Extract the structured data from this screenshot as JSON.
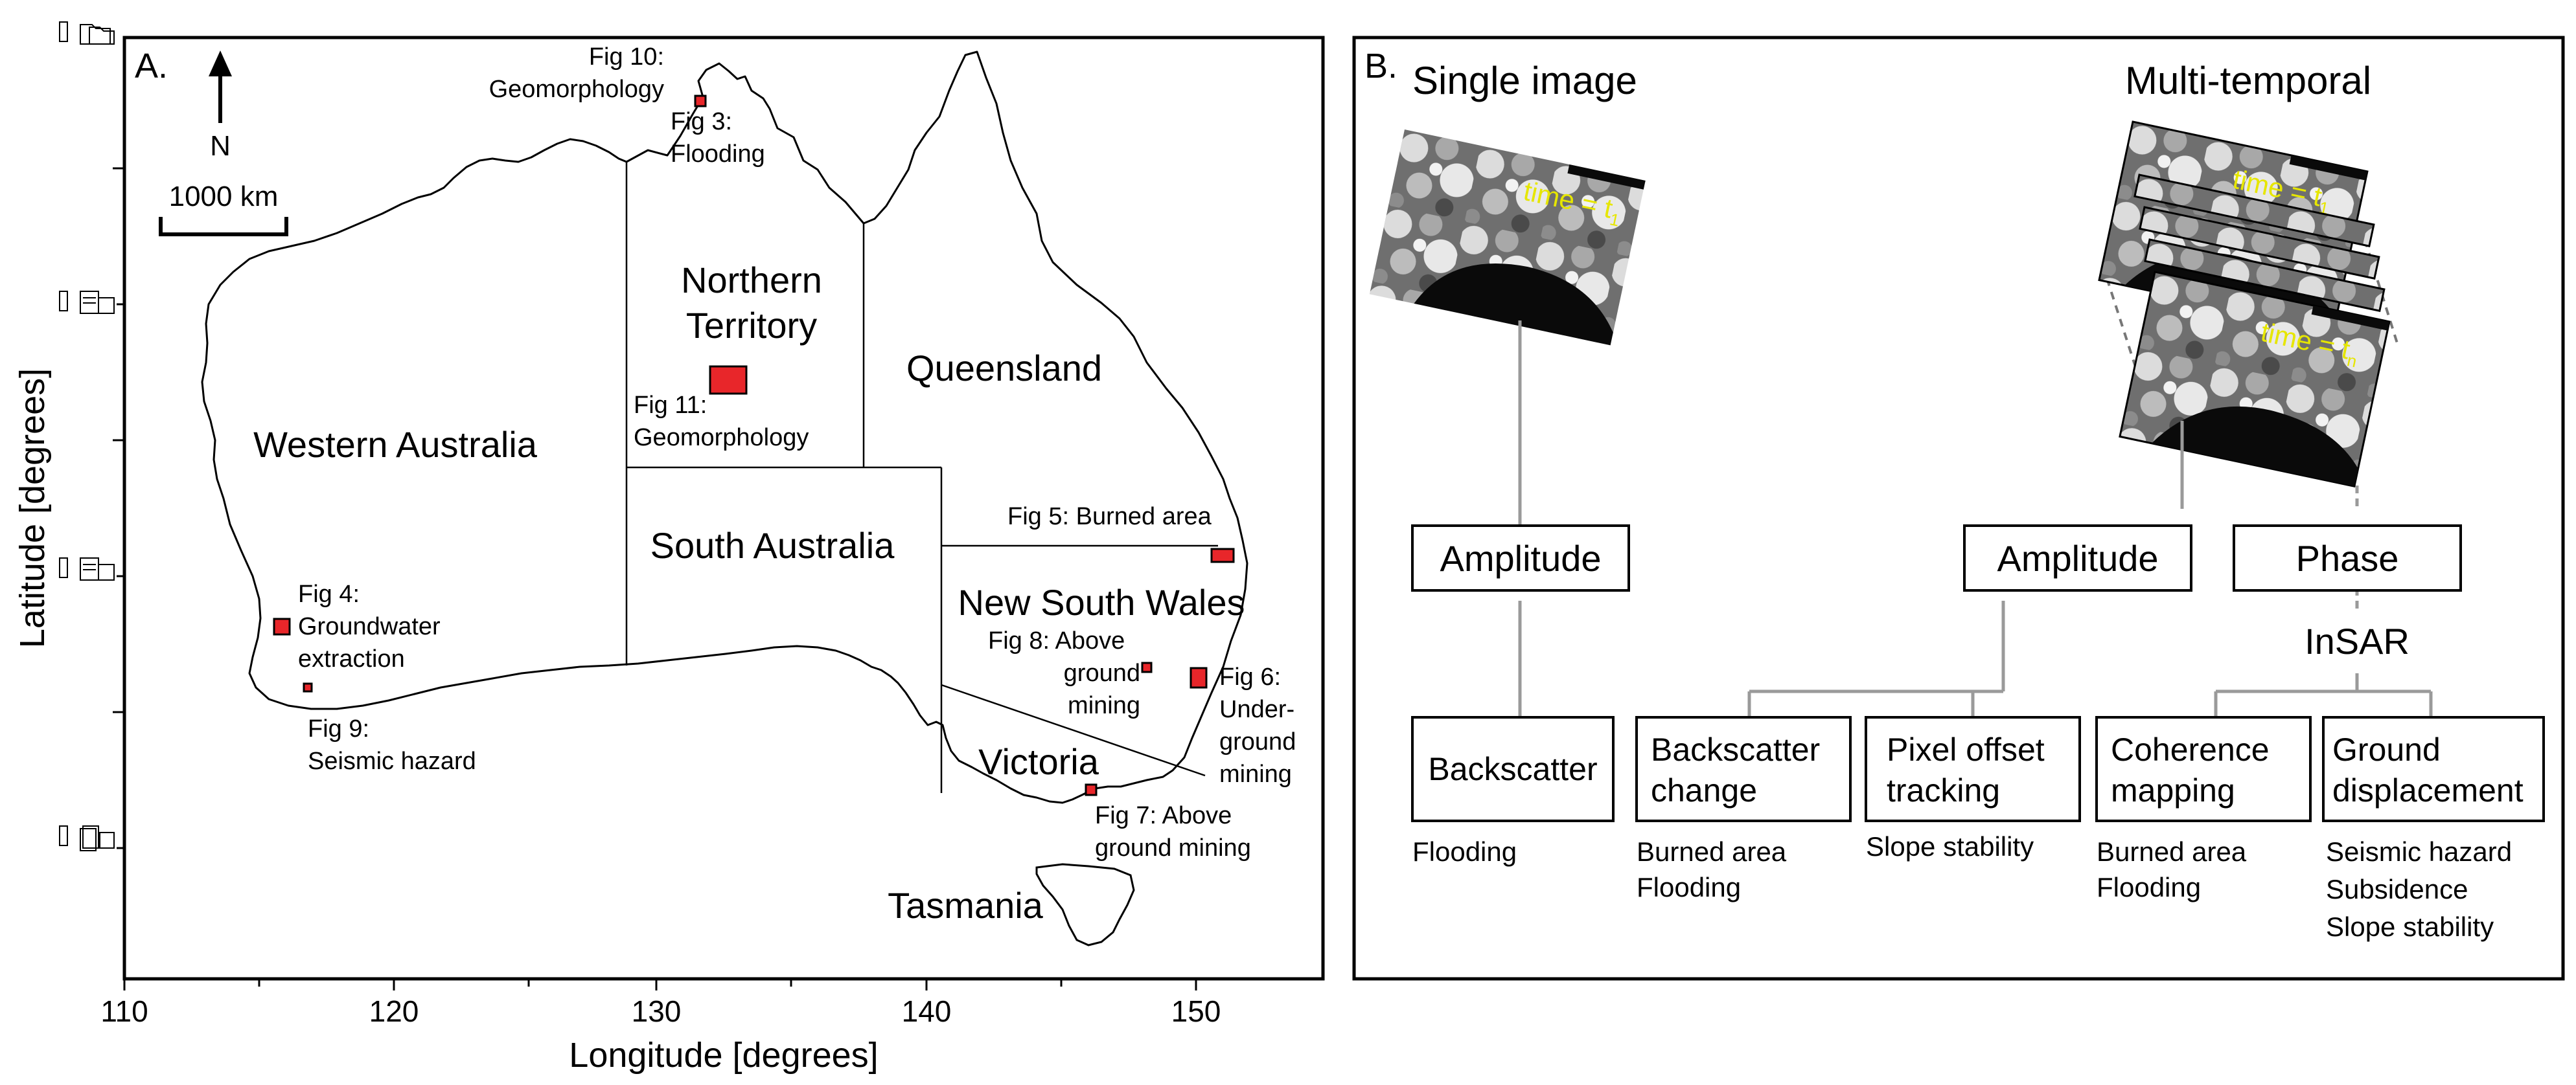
{
  "panel_a": {
    "label": "A.",
    "north_label": "N",
    "scale_label": "1000 km",
    "x_axis": {
      "label": "Longitude [degrees]",
      "ticks": [
        "110",
        "120",
        "130",
        "140",
        "150"
      ]
    },
    "y_axis": {
      "label": "Latitude [degrees]"
    },
    "states": {
      "wa": "Western Australia",
      "nt_1": "Northern",
      "nt_2": "Territory",
      "qld": "Queensland",
      "sa": "South Australia",
      "nsw": "New South Wales",
      "vic": "Victoria",
      "tas": "Tasmania"
    },
    "figures": {
      "fig10_1": "Fig 10:",
      "fig10_2": "Geomorphology",
      "fig3_1": "Fig 3:",
      "fig3_2": "Flooding",
      "fig11_1": "Fig 11:",
      "fig11_2": "Geomorphology",
      "fig5": "Fig 5: Burned area",
      "fig4_1": "Fig 4:",
      "fig4_2": "Groundwater",
      "fig4_3": "extraction",
      "fig9_1": "Fig 9:",
      "fig9_2": "Seismic hazard",
      "fig8_1": "Fig 8: Above",
      "fig8_2": "ground",
      "fig8_3": "mining",
      "fig6_1": "Fig 6:",
      "fig6_2": "Under-",
      "fig6_3": "ground",
      "fig6_4": "mining",
      "fig7_1": "Fig 7: Above",
      "fig7_2": "ground mining"
    }
  },
  "panel_b": {
    "label": "B.",
    "single_title": "Single image",
    "multi_title": "Multi-temporal",
    "time_label": "time = t",
    "time_sub": "1",
    "time_label_n": "time = t",
    "time_sub_n": "n",
    "nodes": {
      "amp1": "Amplitude",
      "amp2": "Amplitude",
      "phase": "Phase",
      "insar": "InSAR",
      "backscatter": "Backscatter",
      "bs_change_1": "Backscatter",
      "bs_change_2": "change",
      "pixel_1": "Pixel offset",
      "pixel_2": "tracking",
      "coh_1": "Coherence",
      "coh_2": "mapping",
      "ground_1": "Ground",
      "ground_2": "displacement"
    },
    "apps": {
      "backscatter": [
        "Flooding"
      ],
      "bs_change": [
        "Burned area",
        "Flooding"
      ],
      "pixel": [
        "Slope stability"
      ],
      "coherence": [
        "Burned area",
        "Flooding"
      ],
      "ground": [
        "Seismic hazard",
        "Subsidence",
        "Slope stability"
      ]
    }
  },
  "colors": {
    "marker": "#e8262a",
    "line": "#000000",
    "connector": "#9a9a9a",
    "time_text": "#e6e600"
  }
}
